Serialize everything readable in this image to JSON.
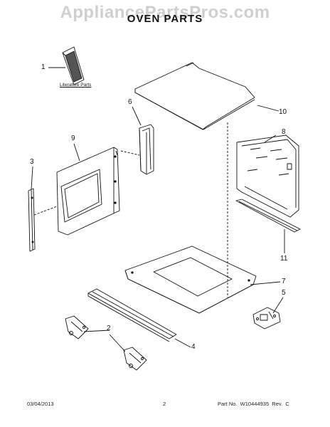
{
  "header": {
    "watermark": "AppliancePartsPros.com",
    "title": "OVEN PARTS"
  },
  "literature_label": "Literature Parts",
  "callouts": {
    "c1": "1",
    "c2": "2",
    "c3": "3",
    "c4": "4",
    "c5": "5",
    "c6": "6",
    "c7": "7",
    "c8": "8",
    "c9": "9",
    "c10": "10",
    "c11": "11"
  },
  "footer": {
    "date": "03/04/2013",
    "page": "2",
    "part_no": "Part No.  W10444935  Rev.  C"
  }
}
